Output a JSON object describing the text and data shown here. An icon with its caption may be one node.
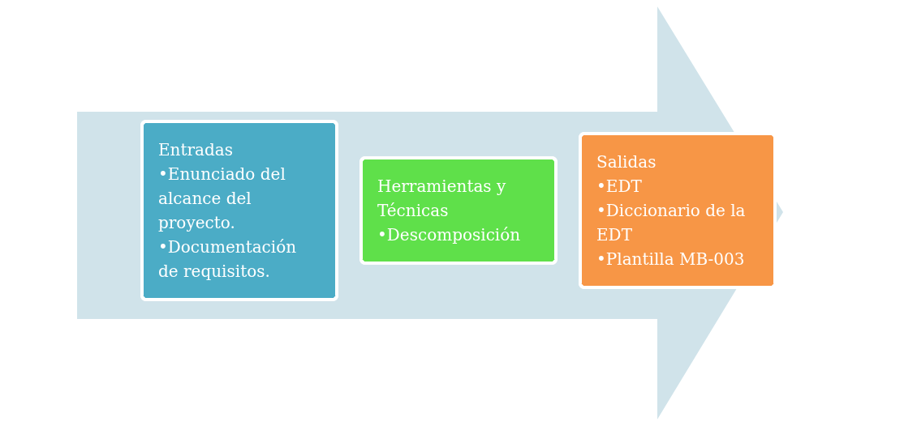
{
  "diagram": {
    "nodes": [
      {
        "text": [
          "Entradas",
          "•Enunciado del alcance del proyecto.",
          "•Documentación de requisitos."
        ]
      },
      {
        "text": [
          "Herramientas y Técnicas",
          "•Descomposición"
        ]
      },
      {
        "text": [
          "Salidas",
          "•EDT",
          "•Diccionario de la EDT",
          "•Plantilla MB-003"
        ]
      }
    ]
  }
}
